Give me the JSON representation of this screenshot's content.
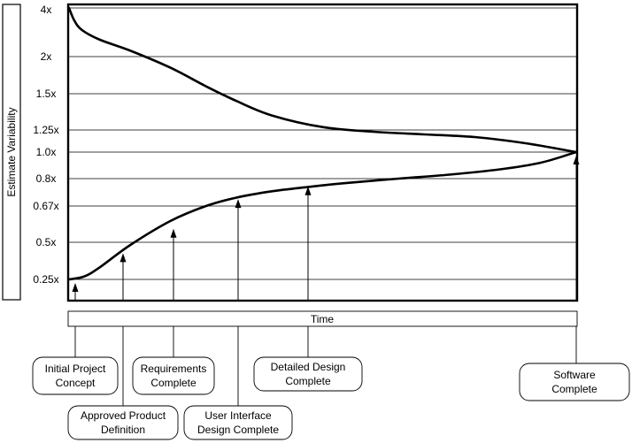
{
  "chart_data": {
    "type": "line",
    "ylabel": "Estimate Variability",
    "xlabel": "Time",
    "y_ticks": [
      "4x",
      "2x",
      "1.5x",
      "1.25x",
      "1.0x",
      "0.8x",
      "0.67x",
      "0.5x",
      "0.25x"
    ],
    "x_range": [
      0,
      1
    ],
    "grid": true,
    "legend": "none",
    "series": [
      {
        "role": "upper-bound",
        "x": [
          0,
          0.01,
          0.025,
          0.06,
          0.12,
          0.2,
          0.27,
          0.33,
          0.4,
          0.5,
          0.6,
          0.7,
          0.8,
          0.9,
          1.0
        ],
        "y": [
          4.0,
          3.5,
          3.1,
          2.7,
          2.25,
          1.85,
          1.6,
          1.45,
          1.35,
          1.27,
          1.23,
          1.2,
          1.17,
          1.1,
          1.0
        ]
      },
      {
        "role": "lower-bound",
        "x": [
          0,
          0.03,
          0.06,
          0.12,
          0.2,
          0.27,
          0.33,
          0.4,
          0.47,
          0.55,
          0.65,
          0.75,
          0.85,
          0.93,
          1.0
        ],
        "y": [
          0.25,
          0.27,
          0.33,
          0.48,
          0.6,
          0.67,
          0.71,
          0.74,
          0.76,
          0.78,
          0.8,
          0.83,
          0.87,
          0.92,
          1.0
        ]
      }
    ],
    "milestones": [
      {
        "label": "Initial Project\nConcept",
        "x": 0.013,
        "y": 0.25
      },
      {
        "label": "Approved Product\nDefinition",
        "x": 0.105,
        "y": 0.45
      },
      {
        "label": "Requirements\nComplete",
        "x": 0.205,
        "y": 0.58
      },
      {
        "label": "User Interface\nDesign Complete",
        "x": 0.33,
        "y": 0.72
      },
      {
        "label": "Detailed Design\nComplete",
        "x": 0.47,
        "y": 0.78
      },
      {
        "label": "Software\nComplete",
        "x": 1.0,
        "y": 1.0
      }
    ]
  }
}
